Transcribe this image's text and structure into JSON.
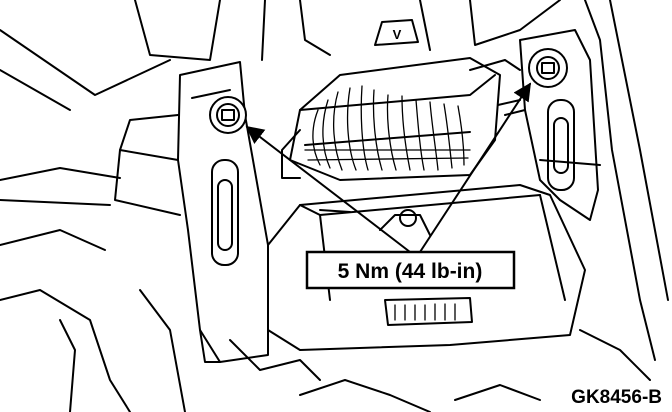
{
  "diagram": {
    "callout": {
      "label": "5 Nm (44 lb-in)"
    },
    "figure_id": "GK8456-B",
    "marking": "V",
    "fasteners": [
      {
        "name": "left-bolt"
      },
      {
        "name": "right-bolt"
      }
    ]
  }
}
